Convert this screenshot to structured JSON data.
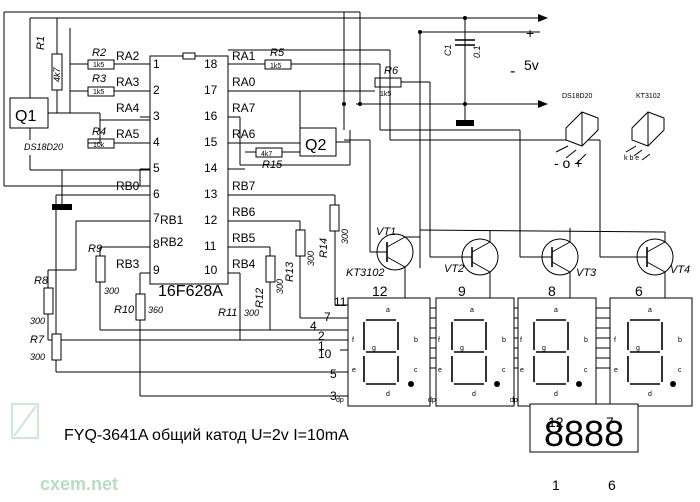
{
  "chip": {
    "name": "16F628A",
    "left_pins": [
      {
        "label": "RA2",
        "num": "1"
      },
      {
        "label": "RA3",
        "num": "2"
      },
      {
        "label": "RA4",
        "num": "3"
      },
      {
        "label": "RA5",
        "num": "4"
      },
      {
        "label": "",
        "num": "5"
      },
      {
        "label": "RB0",
        "num": "6"
      },
      {
        "label": "RB1",
        "num": "7"
      },
      {
        "label": "RB2",
        "num": "8"
      },
      {
        "label": "RB3",
        "num": "9"
      }
    ],
    "right_pins": [
      {
        "label": "RA1",
        "num": "18"
      },
      {
        "label": "RA0",
        "num": "17"
      },
      {
        "label": "RA7",
        "num": "16"
      },
      {
        "label": "RA6",
        "num": "15"
      },
      {
        "label": "",
        "num": "14"
      },
      {
        "label": "RB7",
        "num": "13"
      },
      {
        "label": "RB6",
        "num": "12"
      },
      {
        "label": "RB5",
        "num": "11"
      },
      {
        "label": "RB4",
        "num": "10"
      }
    ]
  },
  "resistors": {
    "r1": {
      "name": "R1",
      "value": "4k7"
    },
    "r2": {
      "name": "R2",
      "value": "1k5"
    },
    "r3": {
      "name": "R3",
      "value": "1k5"
    },
    "r4": {
      "name": "R4",
      "value": "10k"
    },
    "r5": {
      "name": "R5",
      "value": "1k5"
    },
    "r6": {
      "name": "R6",
      "value": "1k5"
    },
    "r7": {
      "name": "R7",
      "value": "300"
    },
    "r8": {
      "name": "R8",
      "value": "300"
    },
    "r9": {
      "name": "R9",
      "value": "300"
    },
    "r10": {
      "name": "R10",
      "value": "360"
    },
    "r11": {
      "name": "R11",
      "value": "300"
    },
    "r12": {
      "name": "R12",
      "value": "300"
    },
    "r13": {
      "name": "R13",
      "value": "300"
    },
    "r14": {
      "name": "R14",
      "value": "300"
    },
    "r15": {
      "name": "R15",
      "value": "4k7"
    }
  },
  "capacitor": {
    "name": "C1",
    "value": "0.1"
  },
  "power": {
    "plus": "+",
    "minus": "-",
    "voltage": "5v"
  },
  "q1": {
    "name": "Q1",
    "sub": "DS18D20"
  },
  "q2": {
    "name": "Q2"
  },
  "transistors": {
    "vt1": "VT1",
    "vt2": "VT2",
    "vt3": "VT3",
    "vt4": "VT4",
    "type": "KT3102"
  },
  "pkg_ds": {
    "title": "DS18D20",
    "pins": "- o +"
  },
  "pkg_kt": {
    "title": "KT3102",
    "pins": "k b e"
  },
  "display": {
    "pin_numbers": {
      "p11": "11",
      "p7": "7",
      "p4": "4",
      "p2": "2",
      "p1": "1",
      "p10": "10",
      "p5": "5",
      "p3": "3"
    },
    "digit_numbers": [
      "12",
      "9",
      "8",
      "6"
    ],
    "segments": [
      "a",
      "b",
      "c",
      "d",
      "e",
      "f",
      "g",
      "dp"
    ]
  },
  "module": {
    "digits": "8888",
    "top_left": "12",
    "top_right": "7",
    "bottom_left": "1",
    "bottom_right": "6"
  },
  "caption": "FYQ-3641A  общий катод  U=2v I=10mA",
  "watermark": "cxem.net"
}
